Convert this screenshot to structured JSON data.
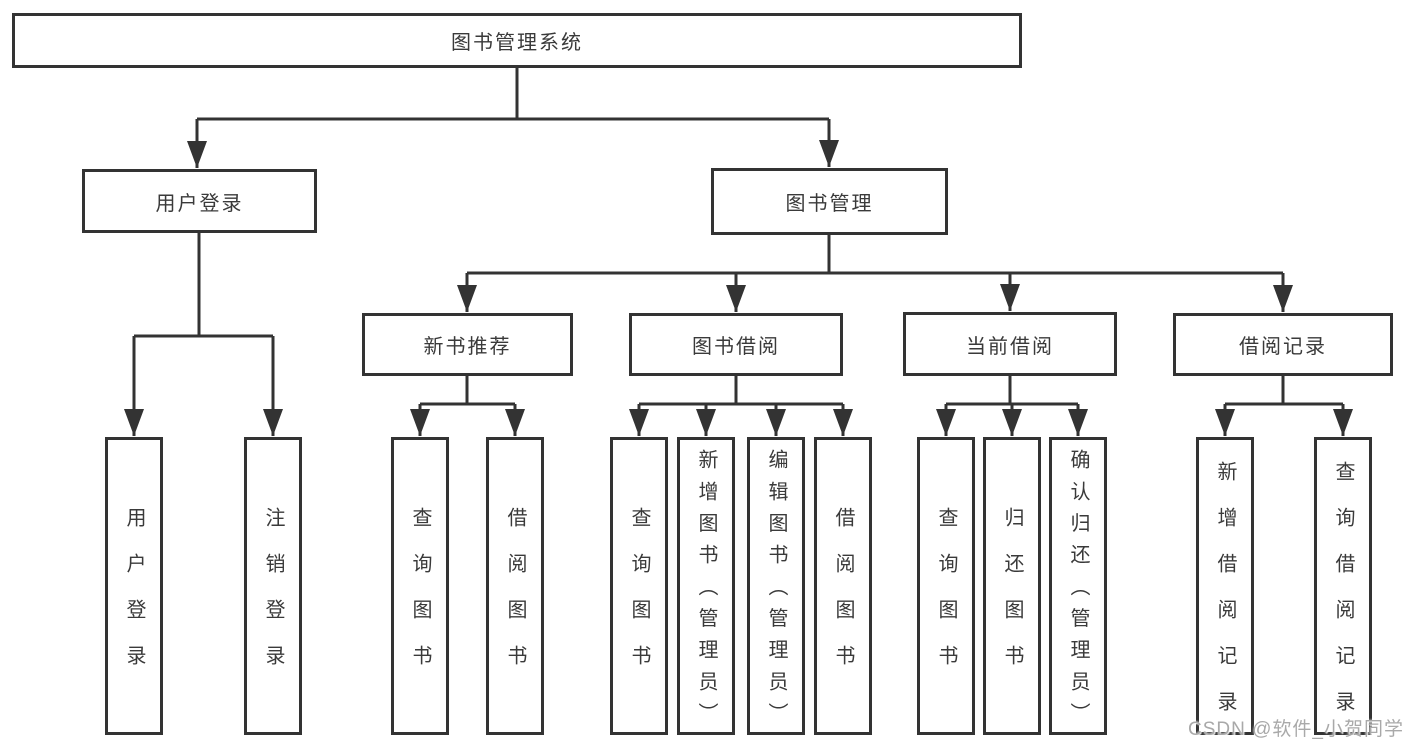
{
  "diagram": {
    "type": "hierarchy-tree",
    "colors": {
      "line": "#333333",
      "box_border": "#333333",
      "box_background": "#ffffff",
      "text": "#3a3a3a",
      "watermark_text": "#a9a9a9",
      "page_background": "#ffffff"
    },
    "tree": {
      "label": "图书管理系统",
      "children": [
        {
          "label": "用户登录",
          "children": [
            {
              "label": "用户登录"
            },
            {
              "label": "注销登录"
            }
          ]
        },
        {
          "label": "图书管理",
          "children": [
            {
              "label": "新书推荐",
              "children": [
                {
                  "label": "查询图书"
                },
                {
                  "label": "借阅图书"
                }
              ]
            },
            {
              "label": "图书借阅",
              "children": [
                {
                  "label": "查询图书"
                },
                {
                  "label": "新增图书（管理员）"
                },
                {
                  "label": "编辑图书（管理员）"
                },
                {
                  "label": "借阅图书"
                }
              ]
            },
            {
              "label": "当前借阅",
              "children": [
                {
                  "label": "查询图书"
                },
                {
                  "label": "归还图书"
                },
                {
                  "label": "确认归还（管理员）"
                }
              ]
            },
            {
              "label": "借阅记录",
              "children": [
                {
                  "label": "新增借阅记录"
                },
                {
                  "label": "查询借阅记录"
                }
              ]
            }
          ]
        }
      ]
    },
    "watermark": {
      "text": "CSDN @软件_小贺同学"
    }
  }
}
